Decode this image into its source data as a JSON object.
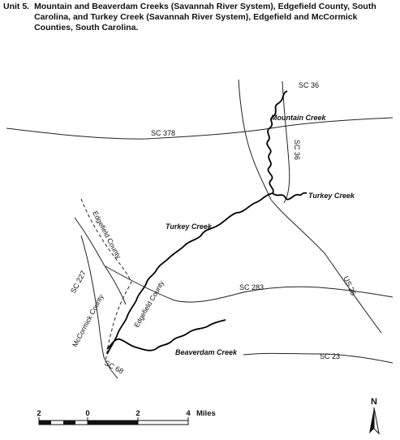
{
  "caption": {
    "unit": "Unit 5.",
    "text": "Mountain and Beaverdam Creeks (Savannah River System), Edgefield County, South Carolina, and Turkey Creek (Savannah River System), Edgefield and McCormick Counties, South Carolina."
  },
  "roads": {
    "sc36_top": "SC 36",
    "sc36_mid": "SC 36",
    "sc378": "SC 378",
    "sc283": "SC 283",
    "us25": "US 25",
    "sc227": "SC 227",
    "sc68": "SC 68",
    "sc23": "SC 23"
  },
  "creeks": {
    "mountain": "Mountain Creek",
    "turkey_east": "Turkey Creek",
    "turkey_main": "Turkey Creek",
    "beaverdam": "Beaverdam Creek"
  },
  "counties": {
    "edgefield_north": "Edgefield County",
    "edgefield_south": "Edgefield County",
    "mccormick": "McCormick County"
  },
  "scale": {
    "ticks": [
      "2",
      "0",
      "2",
      "4"
    ],
    "unit": "Miles"
  },
  "north": {
    "label": "N"
  },
  "colors": {
    "ink": "#111111",
    "background": "#ffffff"
  }
}
